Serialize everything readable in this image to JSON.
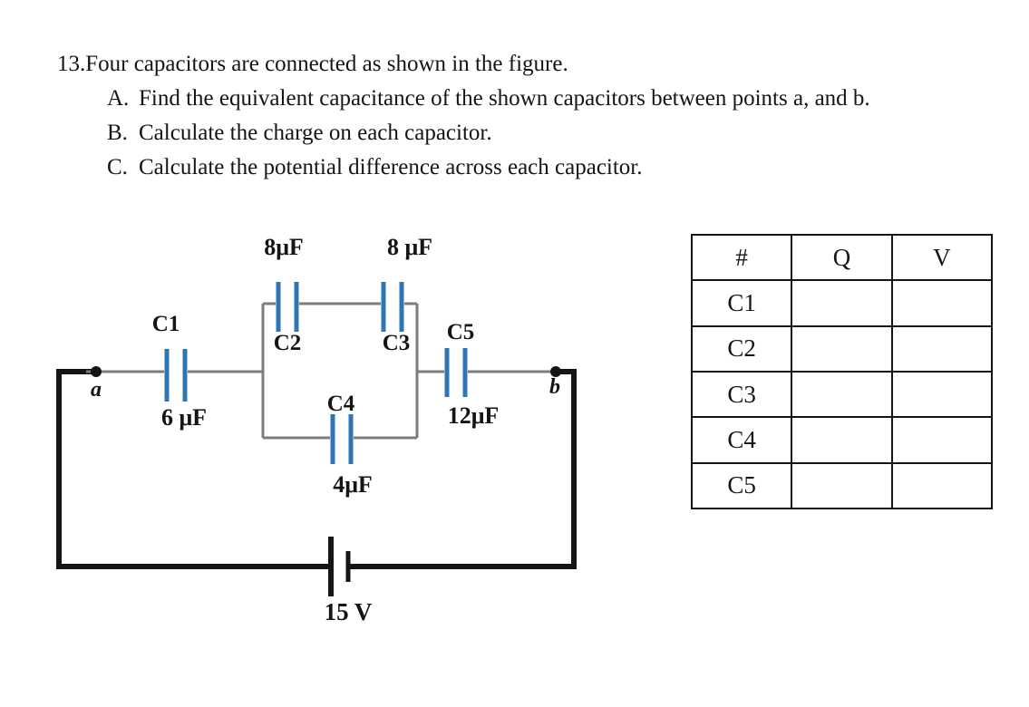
{
  "problem": {
    "title": "13.Four capacitors are connected as shown in the figure.",
    "items": [
      {
        "label": "A.",
        "text": "Find the equivalent capacitance of the shown capacitors between points a, and b."
      },
      {
        "label": "B.",
        "text": "Calculate the charge on each capacitor."
      },
      {
        "label": "C.",
        "text": "Calculate the potential difference across each capacitor."
      }
    ]
  },
  "circuit": {
    "capacitors": [
      {
        "name": "C1",
        "value": "6 μF"
      },
      {
        "name": "C2",
        "value": "8μF"
      },
      {
        "name": "C3",
        "value": "8 μF"
      },
      {
        "name": "C4",
        "value": "4μF"
      },
      {
        "name": "C5",
        "value": "12μF"
      }
    ],
    "battery_label": "15 V",
    "node_a": "a",
    "node_b": "b",
    "colors": {
      "plate_blue": "#2E75B6",
      "wire_gray": "#7c7c7c",
      "outer_black": "#151515",
      "node_label": "#1F3864"
    }
  },
  "table": {
    "headers": [
      "#",
      "Q",
      "V"
    ],
    "rows": [
      {
        "id": "C1",
        "q": "",
        "v": ""
      },
      {
        "id": "C2",
        "q": "",
        "v": ""
      },
      {
        "id": "C3",
        "q": "",
        "v": ""
      },
      {
        "id": "C4",
        "q": "",
        "v": ""
      },
      {
        "id": "C5",
        "q": "",
        "v": ""
      }
    ]
  }
}
